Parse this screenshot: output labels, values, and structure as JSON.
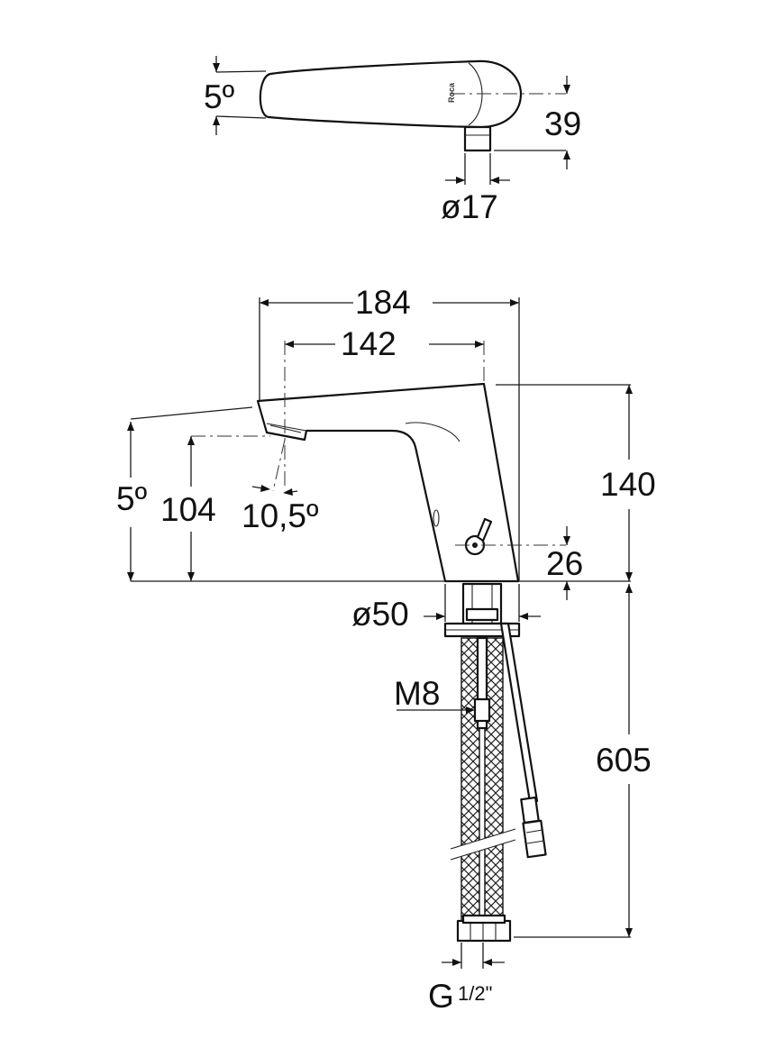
{
  "top_view": {
    "angle": "5º",
    "height": "39",
    "diameter": "ø17",
    "logo": "Roca"
  },
  "side_view": {
    "width_total": "184",
    "width_spout": "142",
    "height_body": "140",
    "angle": "5º",
    "spout_height": "104",
    "spout_angle": "10,5º",
    "sensor_height": "26",
    "base_diameter": "ø50",
    "rod_thread": "M8",
    "hose_length": "605",
    "connection_main": "G",
    "connection_fraction": "1/2\""
  }
}
